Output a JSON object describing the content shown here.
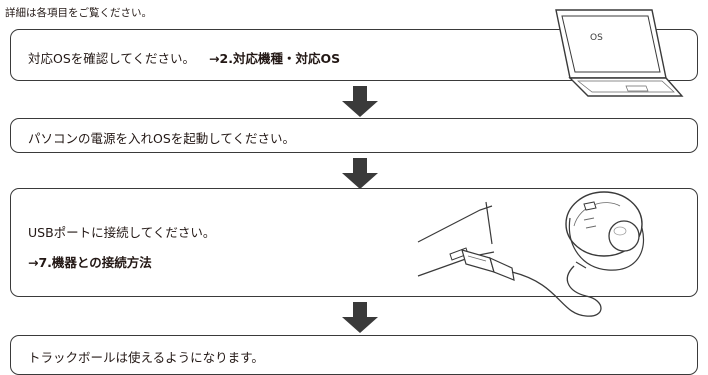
{
  "intro": "詳細は各項目をご覧ください。",
  "steps": {
    "s1": {
      "text": "対応OSを確認してください。",
      "link": "→2.対応機種・対応OS"
    },
    "s2": {
      "text": "パソコンの電源を入れOSを起動してください。"
    },
    "s3": {
      "text": "USBポートに接続してください。",
      "link": "→7.機器との接続方法"
    },
    "s4": {
      "text": "トラックボールは使えるようになります。"
    }
  },
  "laptop": {
    "screen_label": "OS"
  },
  "colors": {
    "ink": "#231815",
    "arrow": "#3a3a3a",
    "border": "#3a3a3a"
  }
}
